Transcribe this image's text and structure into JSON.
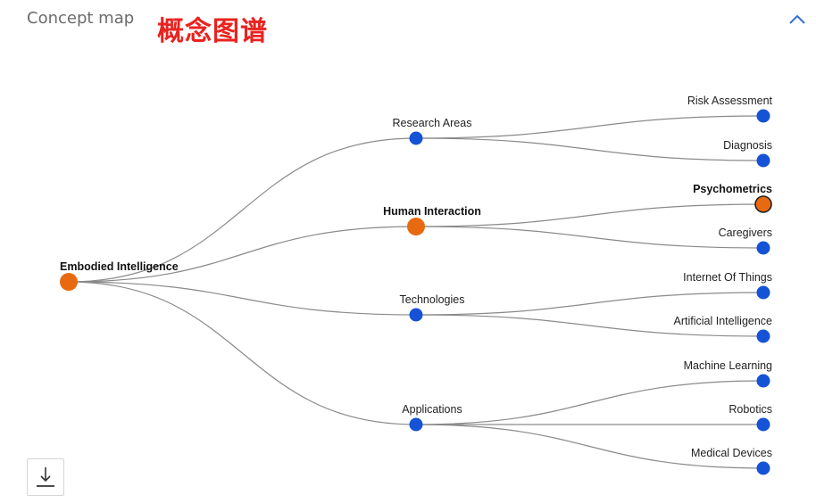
{
  "header": {
    "title": "Concept map",
    "overlay_text": "概念图谱",
    "overlay_color": "#e8231f",
    "collapse_icon": "chevron-up-icon"
  },
  "toolbar": {
    "download_icon": "download-icon"
  },
  "colors": {
    "node_default": "#1553d6",
    "node_highlight": "#e86a10",
    "link": "#8a8a8a"
  },
  "concept_map": {
    "root": {
      "label": "Embodied Intelligence",
      "highlight": true
    },
    "branches": [
      {
        "label": "Research Areas",
        "highlight": false,
        "children": [
          {
            "label": "Risk Assessment",
            "highlight": false
          },
          {
            "label": "Diagnosis",
            "highlight": false
          }
        ]
      },
      {
        "label": "Human Interaction",
        "highlight": true,
        "children": [
          {
            "label": "Psychometrics",
            "highlight": true,
            "selected": true
          },
          {
            "label": "Caregivers",
            "highlight": false
          }
        ]
      },
      {
        "label": "Technologies",
        "highlight": false,
        "children": [
          {
            "label": "Internet Of Things",
            "highlight": false
          },
          {
            "label": "Artificial Intelligence",
            "highlight": false
          }
        ]
      },
      {
        "label": "Applications",
        "highlight": false,
        "children": [
          {
            "label": "Machine Learning",
            "highlight": false
          },
          {
            "label": "Robotics",
            "highlight": false
          },
          {
            "label": "Medical Devices",
            "highlight": false
          }
        ]
      }
    ]
  }
}
